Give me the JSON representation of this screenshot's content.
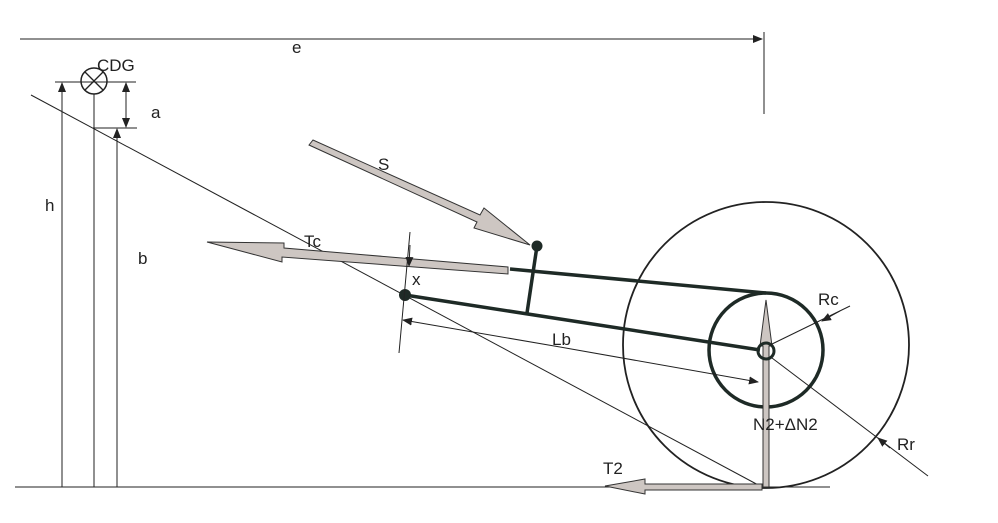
{
  "labels": {
    "e": "e",
    "cdg": "CDG",
    "a": "a",
    "h": "h",
    "b": "b",
    "s": "S",
    "tc": "Tc",
    "x": "x",
    "lb": "Lb",
    "rc": "Rc",
    "rr": "Rr",
    "n2": "N2+ΔN2",
    "t2": "T2"
  },
  "colors": {
    "force_fill": "#cdc6c2",
    "line": "#222222",
    "arm": "#1e2a26"
  }
}
